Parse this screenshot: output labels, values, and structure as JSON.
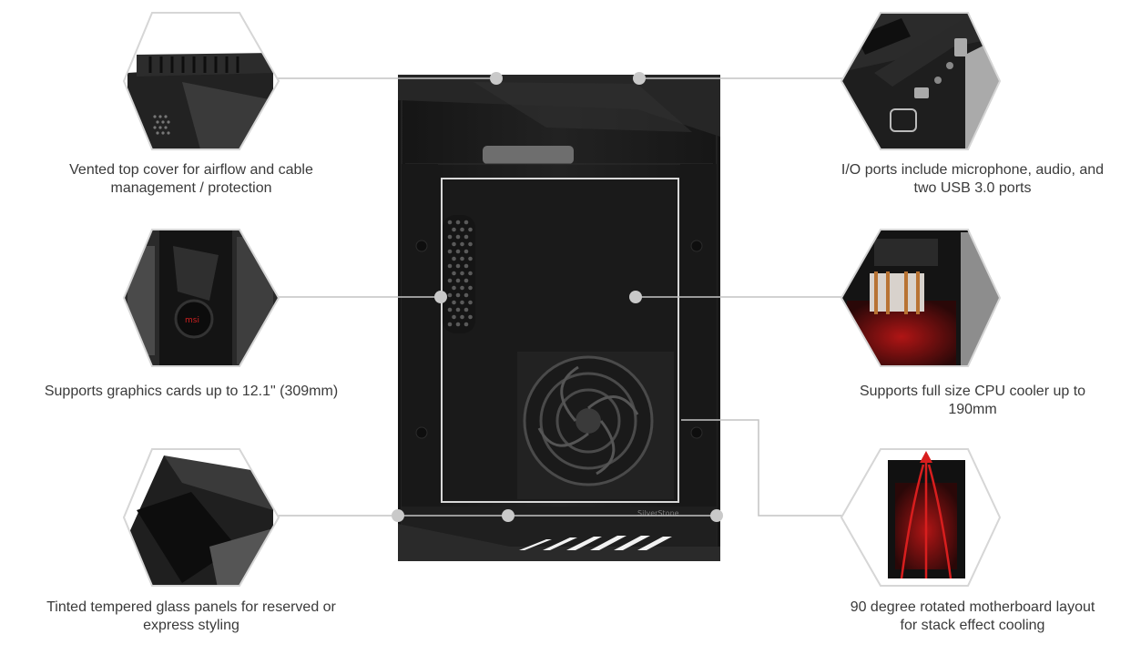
{
  "product": {
    "brand_mark": "SilverStone"
  },
  "features": [
    {
      "icon": "vented-top-cover-thumbnail",
      "lines": [
        "Vented top cover for airflow and cable",
        "management / protection"
      ]
    },
    {
      "icon": "io-ports-thumbnail",
      "lines": [
        "I/O ports include microphone, audio, and",
        "two USB 3.0 ports"
      ]
    },
    {
      "icon": "graphics-card-thumbnail",
      "lines": [
        "Supports graphics cards up to 12.1\" (309mm)"
      ]
    },
    {
      "icon": "cpu-cooler-thumbnail",
      "lines": [
        "Supports full size CPU cooler up to",
        "190mm"
      ]
    },
    {
      "icon": "tempered-glass-thumbnail",
      "lines": [
        "Tinted tempered glass panels for reserved or",
        "express styling"
      ]
    },
    {
      "icon": "rotated-motherboard-thumbnail",
      "lines": [
        "90 degree rotated motherboard layout",
        "for stack effect cooling"
      ]
    }
  ],
  "colors": {
    "callout_line": "#c4c4c4",
    "callout_dot": "#c9c9c9",
    "case_body": "#1c1c1c",
    "caption_text": "#3a3a3a",
    "hexagon_border": "#d6d6d6",
    "airflow_arrow": "#d81e1e"
  }
}
